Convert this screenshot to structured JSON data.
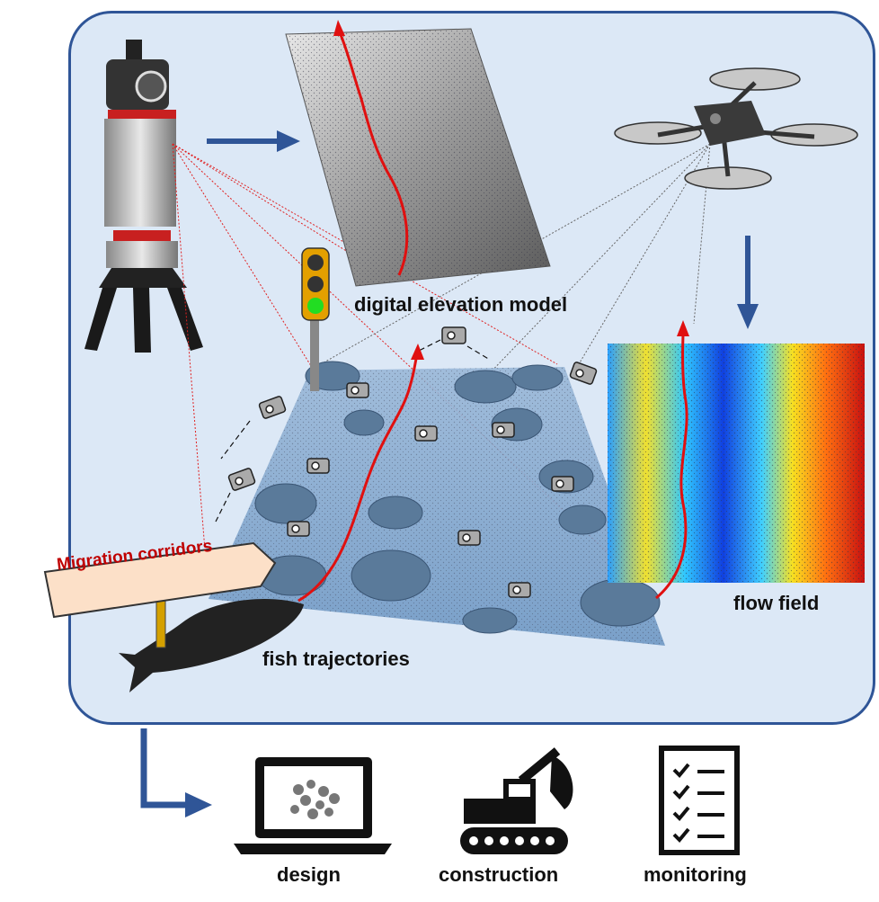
{
  "labels": {
    "dem": "digital elevation model",
    "flow": "flow field",
    "fish": "fish trajectories",
    "corridors": "Migration corridors",
    "design": "design",
    "construction": "construction",
    "monitoring": "monitoring"
  },
  "colors": {
    "panel_fill": "#dce8f6",
    "panel_border": "#2f5597",
    "arrow_blue": "#2f5597",
    "trajectory_red": "#e01010",
    "sign_fill": "#fce0c8",
    "sign_text": "#c00000",
    "river_fill": "#7fa7cf"
  },
  "icons": [
    "laser-scanner-icon",
    "drone-icon",
    "traffic-light-icon",
    "fish-icon",
    "laptop-icon",
    "excavator-icon",
    "checklist-icon",
    "tag-icon"
  ]
}
